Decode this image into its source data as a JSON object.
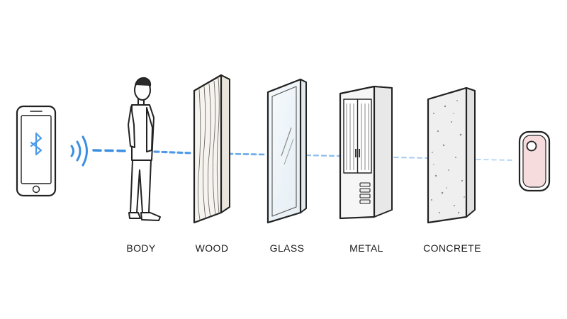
{
  "obstacles": [
    {
      "id": "body",
      "label": "BODY"
    },
    {
      "id": "wood",
      "label": "WOOD"
    },
    {
      "id": "glass",
      "label": "GLASS"
    },
    {
      "id": "metal",
      "label": "METAL"
    },
    {
      "id": "concrete",
      "label": "CONCRETE"
    }
  ],
  "icons": {
    "phone": "smartphone-icon",
    "bluetooth": "bluetooth-icon",
    "waves": "signal-waves-icon",
    "tracker": "tracker-tag-icon"
  },
  "colors": {
    "signal": "#3b8ee3",
    "tracker_fill": "#f6dcdc",
    "bluetooth": "#4d9be8"
  },
  "signal_strength": [
    1.0,
    0.85,
    0.65,
    0.45,
    0.3,
    0.2
  ]
}
